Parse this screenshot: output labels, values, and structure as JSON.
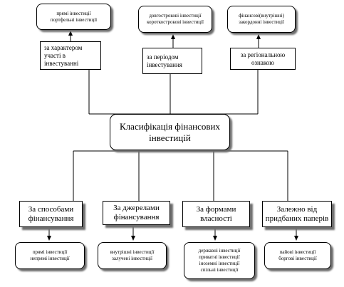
{
  "top_leaves": [
    {
      "lines": [
        "прямі інвестиції",
        "портфельні інвестиції"
      ]
    },
    {
      "lines": [
        "довгострокові інвестиції",
        "короткострокові інвестиції"
      ]
    },
    {
      "lines": [
        "фінансові(внутрішні)",
        "закордонні інвестиції"
      ]
    }
  ],
  "top_criteria": [
    {
      "lines": [
        "за характером участі в",
        "інвестуванні"
      ]
    },
    {
      "lines": [
        "за періодом",
        "інвестування"
      ]
    },
    {
      "lines": [
        "за регіональною  ознакою"
      ]
    }
  ],
  "center": {
    "lines": [
      "Класифікація  фінансових",
      "інвестицій"
    ]
  },
  "bottom_criteria": [
    {
      "lines": [
        "За способами",
        "фінансування"
      ]
    },
    {
      "lines": [
        "За джерелами",
        "фінансування"
      ]
    },
    {
      "lines": [
        "За формами",
        "власності"
      ]
    },
    {
      "lines": [
        "Залежно від",
        "придбаних паперів"
      ]
    }
  ],
  "bottom_leaves": [
    {
      "lines": [
        "прямі  інвестиції",
        "непрямі інвестиції"
      ]
    },
    {
      "lines": [
        "внутрішні інвестиції",
        "залучені інвестиції"
      ]
    },
    {
      "lines": [
        "державні інвестиції",
        "приватні інвестиції",
        "іноземні інвестиції",
        "спільні інвестиції"
      ]
    },
    {
      "lines": [
        "пайові  інвестиції",
        "боргові інвестиції"
      ]
    }
  ]
}
